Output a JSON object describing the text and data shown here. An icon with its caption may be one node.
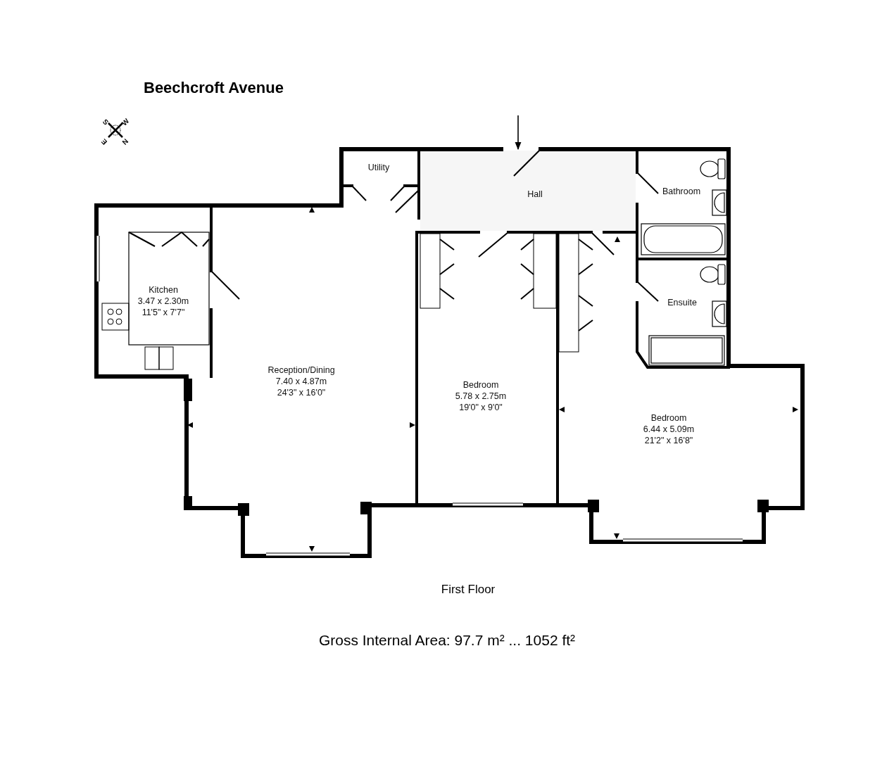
{
  "diagram": {
    "title": "Beechcroft Avenue",
    "caption": "Gross Internal Area: 97.7 m² ... 1052 ft²",
    "nodes": [
      {
        "text": [
          "Utility"
        ]
      },
      {
        "text": [
          "Hall"
        ]
      },
      {
        "text": [
          "Bathroom"
        ]
      },
      {
        "text": [
          "Kitchen",
          "3.47 x 2.30m",
          "11'5\" x 7'7\""
        ]
      },
      {
        "text": [
          "Ensuite"
        ]
      },
      {
        "text": [
          "Reception/Dining",
          "7.40 x 4.87m",
          "24'3\" x 16'0\""
        ]
      },
      {
        "text": [
          "Bedroom",
          "5.78 x 2.75m",
          "19'0\" x 9'0\""
        ]
      },
      {
        "text": [
          "Bedroom",
          "6.44 x 5.09m",
          "21'2\" x 16'8\""
        ]
      }
    ],
    "edges": [
      {
        "from": null,
        "to": 1,
        "arrow": "to"
      }
    ],
    "labels": [
      "S",
      "W",
      "E",
      "N",
      "First Floor"
    ]
  }
}
